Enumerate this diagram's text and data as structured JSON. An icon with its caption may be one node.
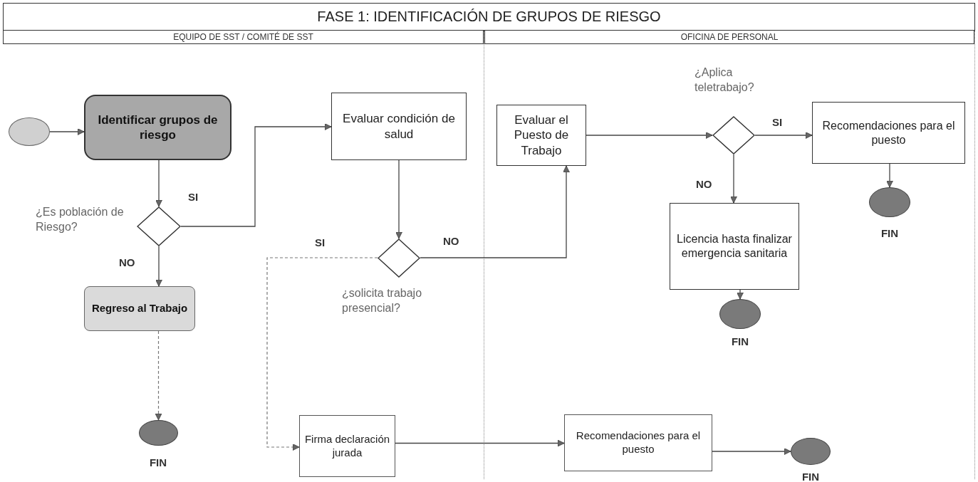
{
  "diagram": {
    "title": "FASE 1: IDENTIFICACIÓN DE GRUPOS DE RIESGO",
    "nodes": [
      {
        "text": [
          "EQUIPO DE SST / COMITÉ DE SST"
        ]
      },
      {
        "text": [
          "OFICINA DE PERSONAL"
        ]
      },
      {
        "text": [],
        "shape": "circle",
        "in": 0
      },
      {
        "text": [
          "Identificar grupos de riesgo"
        ],
        "in": 0
      },
      {
        "text": [],
        "shape": "diamond",
        "in": 0,
        "beside": [
          "¿Es población de Riesgo?"
        ]
      },
      {
        "text": [
          "Evaluar condición de salud"
        ],
        "in": 0
      },
      {
        "text": [],
        "shape": "diamond",
        "in": 0,
        "beside": [
          "¿solicita trabajo presencial?"
        ]
      },
      {
        "text": [
          "Regreso al Trabajo"
        ],
        "in": 0
      },
      {
        "text": [],
        "shape": "circle",
        "in": 0,
        "beside": [
          "FIN"
        ]
      },
      {
        "text": [
          "Firma declaración jurada"
        ],
        "in": 0
      },
      {
        "text": [
          "Evaluar el Puesto de Trabajo"
        ],
        "in": 1
      },
      {
        "text": [],
        "shape": "diamond",
        "in": 1,
        "beside": [
          "¿Aplica teletrabajo?"
        ]
      },
      {
        "text": [
          "Recomendaciones para el puesto"
        ],
        "in": 1
      },
      {
        "text": [],
        "shape": "circle",
        "in": 1,
        "beside": [
          "FIN"
        ]
      },
      {
        "text": [
          "Licencia hasta finalizar emergencia sanitaria"
        ],
        "in": 1
      },
      {
        "text": [],
        "shape": "circle",
        "in": 1,
        "beside": [
          "FIN"
        ]
      },
      {
        "text": [
          "Recomendaciones para el puesto"
        ],
        "in": 1
      },
      {
        "text": [],
        "shape": "circle",
        "in": 1,
        "beside": [
          "FIN"
        ]
      }
    ],
    "edges": [
      {
        "from": 2,
        "to": 3,
        "arrow": "to"
      },
      {
        "from": 3,
        "to": 4,
        "arrow": "to"
      },
      {
        "from": 4,
        "to": 5,
        "arrow": "to",
        "label": "SI"
      },
      {
        "from": 4,
        "to": 7,
        "arrow": "to",
        "label": "NO"
      },
      {
        "from": 7,
        "to": 8,
        "arrow": "to",
        "style": "dashed"
      },
      {
        "from": 5,
        "to": 6,
        "arrow": "to"
      },
      {
        "from": 6,
        "to": 10,
        "arrow": "to",
        "label": "NO"
      },
      {
        "from": 6,
        "to": 9,
        "arrow": "to",
        "label": "SI",
        "style": "dashed"
      },
      {
        "from": 10,
        "to": 11,
        "arrow": "to"
      },
      {
        "from": 11,
        "to": 12,
        "arrow": "to",
        "label": "SI"
      },
      {
        "from": 11,
        "to": 14,
        "arrow": "to",
        "label": "NO"
      },
      {
        "from": 12,
        "to": 13,
        "arrow": "to"
      },
      {
        "from": 14,
        "to": 15,
        "arrow": "to"
      },
      {
        "from": 9,
        "to": 16,
        "arrow": "to"
      },
      {
        "from": 16,
        "to": 17,
        "arrow": "to"
      }
    ]
  }
}
